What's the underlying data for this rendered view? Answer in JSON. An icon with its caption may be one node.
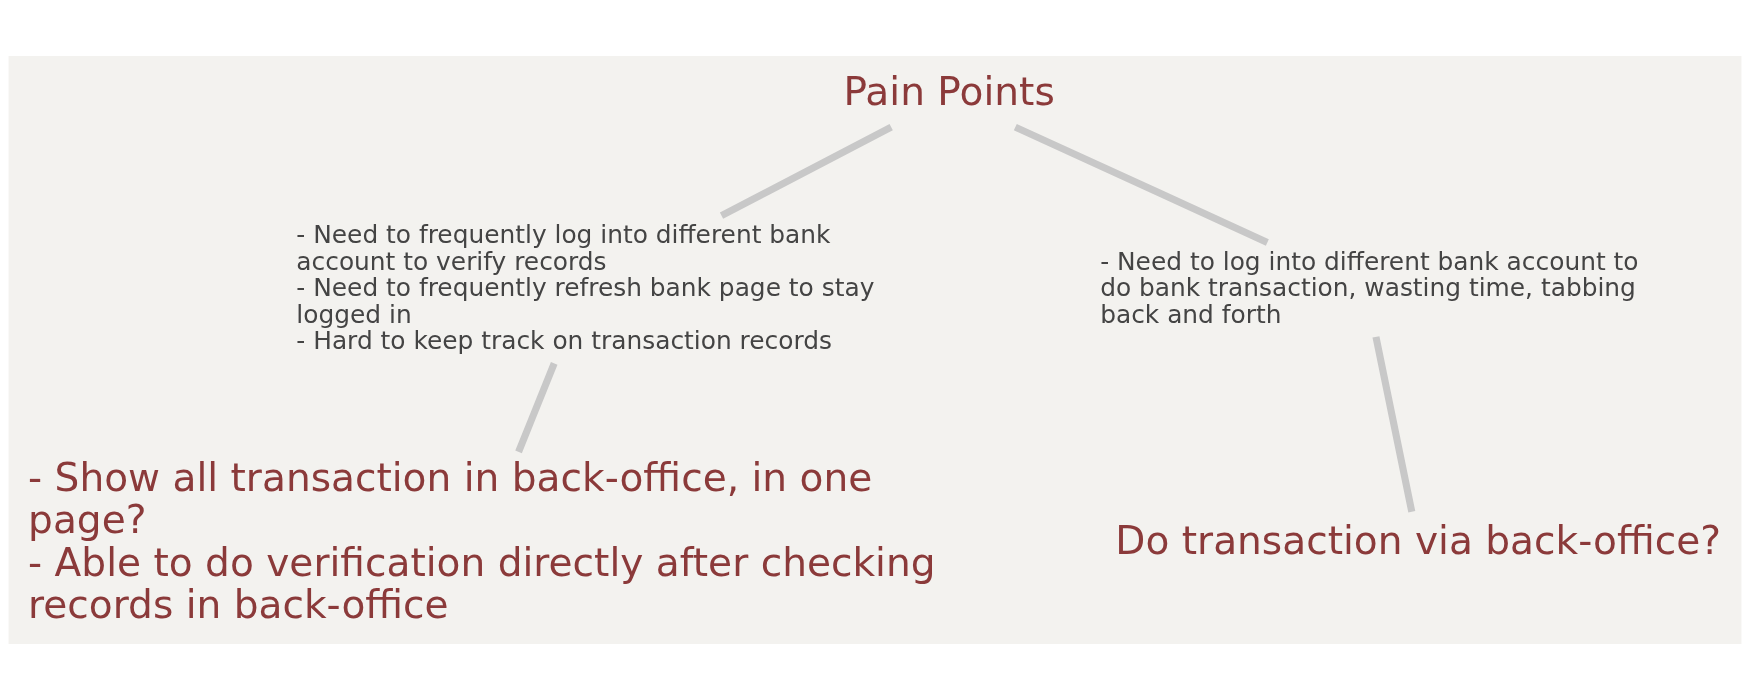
{
  "diagram": {
    "nodes": [
      {
        "text": [
          "Pain Points"
        ]
      },
      {
        "text": [
          "- Need to frequently log into different bank account to verify records",
          "- Need to frequently refresh bank page to stay logged in",
          "- Hard to keep track on transaction records"
        ]
      },
      {
        "text": [
          "- Need to log into different bank account to do bank transaction, wasting time, tabbing back and forth"
        ]
      },
      {
        "text": [
          "- Show all transaction in back-office, in one page?",
          "- Able to do verification directly after checking records in back-office"
        ]
      },
      {
        "text": [
          "Do transaction via back-office?"
        ]
      }
    ],
    "edges": [
      {
        "from": 0,
        "to": 1,
        "arrow": "none"
      },
      {
        "from": 0,
        "to": 2,
        "arrow": "none"
      },
      {
        "from": 1,
        "to": 3,
        "arrow": "none"
      },
      {
        "from": 2,
        "to": 4,
        "arrow": "none"
      }
    ]
  }
}
